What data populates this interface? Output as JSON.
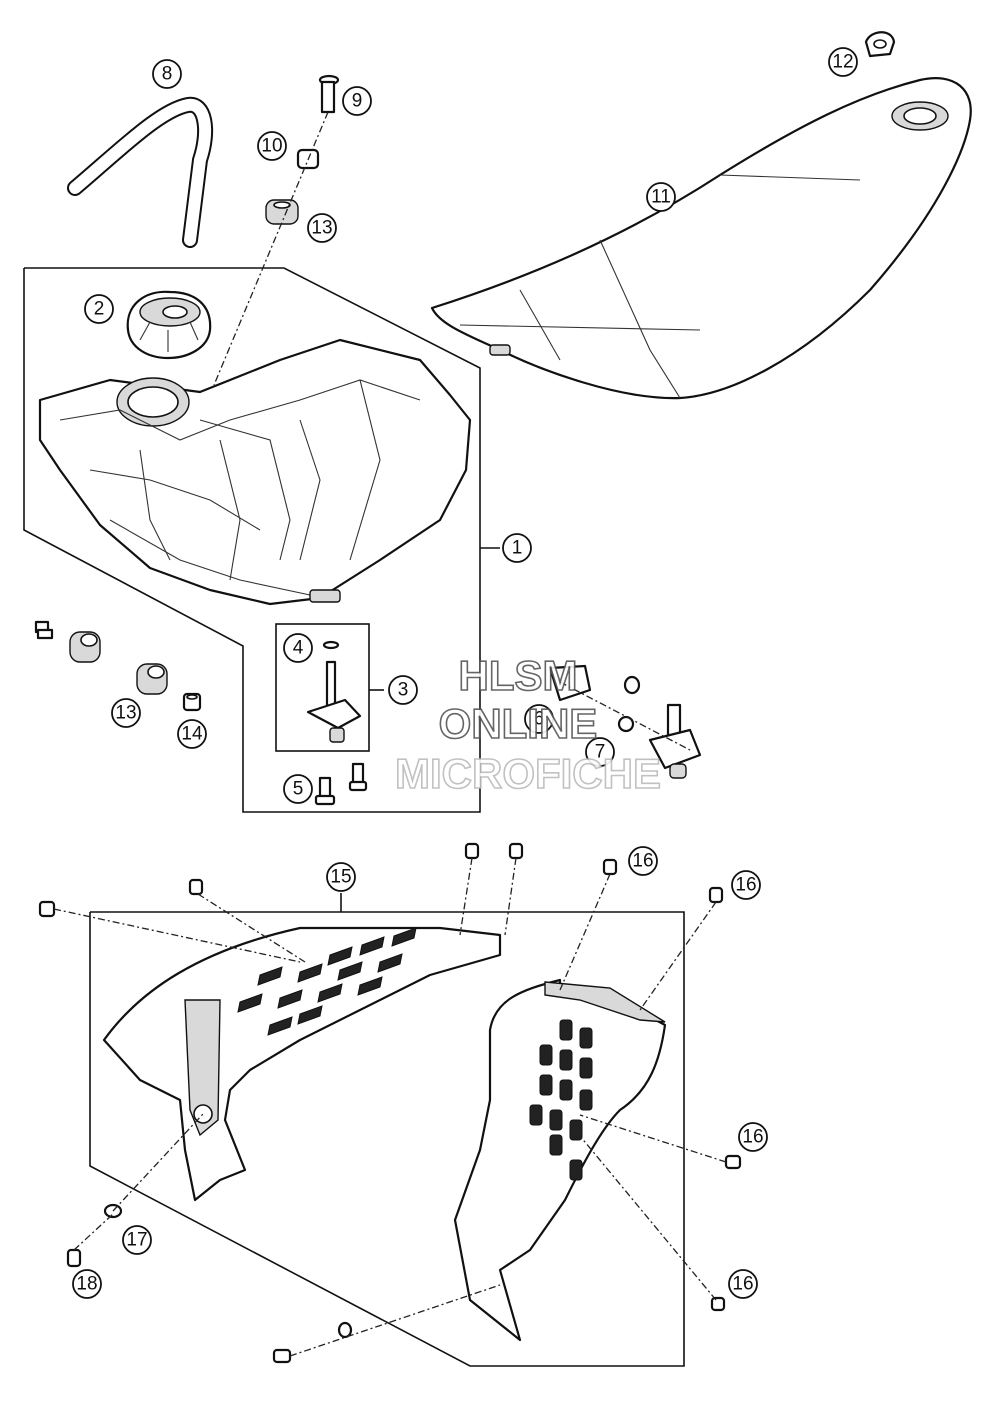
{
  "diagram": {
    "callouts": [
      {
        "id": "c1",
        "label": "1"
      },
      {
        "id": "c2",
        "label": "2"
      },
      {
        "id": "c3",
        "label": "3"
      },
      {
        "id": "c4",
        "label": "4"
      },
      {
        "id": "c5",
        "label": "5"
      },
      {
        "id": "c6",
        "label": "6"
      },
      {
        "id": "c7",
        "label": "7"
      },
      {
        "id": "c8",
        "label": "8"
      },
      {
        "id": "c9",
        "label": "9"
      },
      {
        "id": "c10",
        "label": "10"
      },
      {
        "id": "c11",
        "label": "11"
      },
      {
        "id": "c12",
        "label": "12"
      },
      {
        "id": "c13a",
        "label": "13"
      },
      {
        "id": "c13b",
        "label": "13"
      },
      {
        "id": "c14",
        "label": "14"
      },
      {
        "id": "c15",
        "label": "15"
      },
      {
        "id": "c16a",
        "label": "16"
      },
      {
        "id": "c16b",
        "label": "16"
      },
      {
        "id": "c16c",
        "label": "16"
      },
      {
        "id": "c16d",
        "label": "16"
      },
      {
        "id": "c17",
        "label": "17"
      },
      {
        "id": "c18",
        "label": "18"
      }
    ]
  },
  "watermark": {
    "line1": "HLSM",
    "line2": "ONLINE",
    "line3": "MICROFICHE"
  }
}
